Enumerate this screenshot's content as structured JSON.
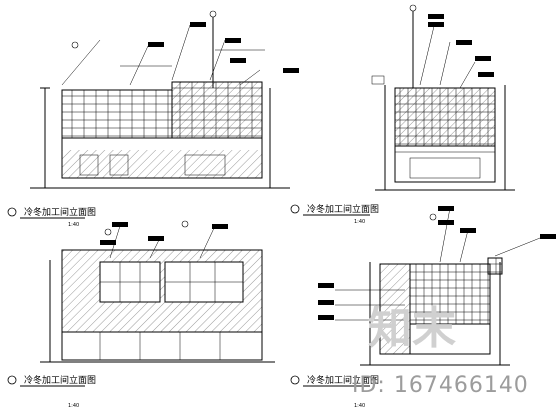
{
  "drawing": {
    "views": [
      {
        "id": "elev-1",
        "title": "冷冬加工间立面图",
        "scale": "1:40"
      },
      {
        "id": "elev-2",
        "title": "冷冬加工间立面图",
        "scale": "1:40"
      },
      {
        "id": "elev-3",
        "title": "冷冬加工间立面图",
        "scale": "1:40"
      },
      {
        "id": "elev-4",
        "title": "冷冬加工间立面图",
        "scale": "1:40"
      }
    ]
  },
  "watermark": {
    "logo_text": "知末",
    "id_text": "ID: 167466140"
  }
}
